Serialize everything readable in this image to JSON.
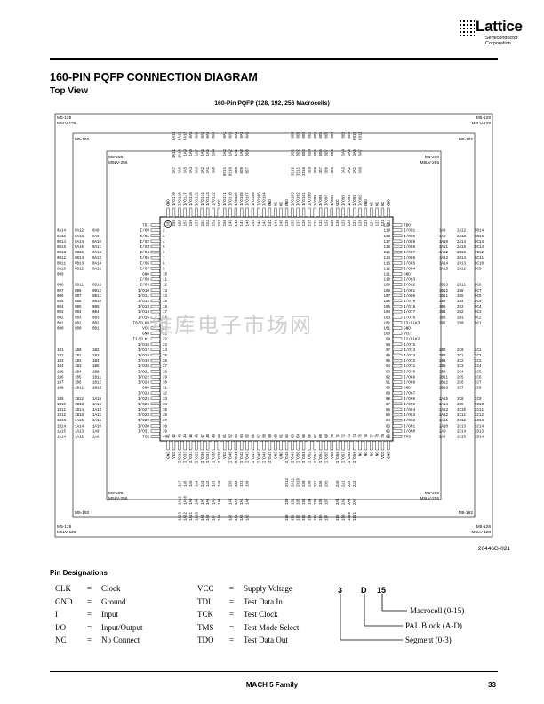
{
  "logo": {
    "word": "Lattice",
    "sub1": "Semiconductor",
    "sub2": "Corporation"
  },
  "header": {
    "title": "160-PIN PQFP CONNECTION DIAGRAM",
    "subtitle": "Top View",
    "caption": "160-Pin PQFP (128, 192, 256 Macrocells)"
  },
  "corners": {
    "m5_128": "M5-128",
    "mslv_128": "M5LV-128",
    "m5_192": "M5-192",
    "m5_256": "M5-256",
    "mslv_256": "M5LV-256"
  },
  "figure_id": "20446G-021",
  "pins": {
    "left": [
      "TDI",
      "I/O0",
      "I/O1",
      "I/O2",
      "I/O3",
      "I/O4",
      "I/O5",
      "I/O6",
      "I/O7",
      "GND",
      "I/O8",
      "I/O9",
      "I/O10",
      "I/O11",
      "I/O12",
      "I/O13",
      "I/O14",
      "I/O15",
      "I0/CLK0",
      "VCC",
      "GND",
      "I1/CLK1",
      "I/O16",
      "I/O17",
      "I/O18",
      "I/O19",
      "I/O20",
      "I/O21",
      "I/O22",
      "I/O23",
      "GND",
      "I/O24",
      "I/O25",
      "I/O26",
      "I/O27",
      "I/O28",
      "I/O29",
      "I/O30",
      "I/O31",
      "TCK"
    ],
    "right": [
      "TDO",
      "I/O91",
      "I/O90",
      "I/O89",
      "I/O88",
      "I/O87",
      "I/O86",
      "I/O85",
      "I/O84",
      "GND",
      "I/O83",
      "I/O82",
      "I/O81",
      "I/O80",
      "I/O79",
      "I/O78",
      "I/O77",
      "I/O76",
      "I3/CLK3",
      "GND",
      "VCC",
      "I2/CLK2",
      "I/O75",
      "I/O74",
      "I/O73",
      "I/O72",
      "I/O71",
      "I/O70",
      "I/O69",
      "I/O68",
      "GND",
      "I/O67",
      "I/O66",
      "I/O65",
      "I/O64",
      "I/O63",
      "I/O62",
      "I/O61",
      "I/O60",
      "TMS"
    ],
    "top": [
      "GND",
      "I/O119",
      "I/O118",
      "I/O117",
      "I/O116",
      "I/O115",
      "I/O114",
      "I/O113",
      "I/O112",
      "VCC",
      "I/O111",
      "I/O110",
      "I/O109",
      "I/O108",
      "I/O107",
      "I/O106",
      "I/O105",
      "I/O104",
      "GND",
      "NC",
      "NC",
      "GND",
      "I/O103",
      "I/O102",
      "I/O101",
      "I/O100",
      "I/O99",
      "I/O98",
      "I/O97",
      "I/O96",
      "VCC",
      "I/O95",
      "I/O94",
      "I/O93",
      "I/O92",
      "GND",
      "NC",
      "NC",
      "NC",
      "GND"
    ],
    "bottom": [
      "GND",
      "VCC",
      "I/O32",
      "I/O33",
      "I/O34",
      "I/O35",
      "I/O36",
      "I/O37",
      "I/O38",
      "I/O39",
      "VCC",
      "I/O40",
      "I/O41",
      "I/O42",
      "I/O43",
      "I/O44",
      "I/O45",
      "I/O46",
      "I/O47",
      "GND",
      "GND",
      "I/O48",
      "I/O49",
      "I/O50",
      "I/O51",
      "I/O52",
      "I/O53",
      "I/O54",
      "I/O55",
      "VCC",
      "I/O56",
      "I/O57",
      "I/O58",
      "I/O59",
      "NC",
      "NC",
      "NC",
      "NC",
      "VCC",
      "GND"
    ]
  },
  "left_sub": {
    "c128": [
      "",
      "0A14",
      "0A15",
      "0B14",
      "0B15",
      "0B13",
      "0B12",
      "0B11",
      "0B10",
      "0B9",
      "",
      "0B8",
      "0B7",
      "0B6",
      "0B5",
      "0B4",
      "0B3",
      "0B2",
      "0B1",
      "0B0",
      "",
      "",
      "",
      "1B1",
      "1B2",
      "1B3",
      "1B4",
      "1B5",
      "1B6",
      "1B7",
      "1B8",
      "",
      "1B9",
      "1B10",
      "1B11",
      "1B12",
      "1B13",
      "1B14",
      "1A15",
      "1A14",
      ""
    ],
    "c192": [
      "",
      "0A12",
      "0A13",
      "0A14",
      "0A15",
      "0B15",
      "0B14",
      "0B13",
      "0B12",
      "",
      "",
      "0B11",
      "0B8",
      "0B7",
      "0B6",
      "0B5",
      "0B4",
      "0B3",
      "0B1",
      "0B0",
      "",
      "",
      "",
      "1B0",
      "1B1",
      "1B2",
      "1B3",
      "1B4",
      "1B5",
      "1B6",
      "1B11",
      "",
      "1B12",
      "1B13",
      "1B14",
      "1B15",
      "1A15",
      "1A14",
      "1A13",
      "1A12",
      ""
    ],
    "c256": [
      "",
      "0A8",
      "0A9",
      "0A10",
      "0A11",
      "0A12",
      "0A13",
      "0A14",
      "0A15",
      "",
      "",
      "0B13",
      "0B12",
      "0B11",
      "0B10",
      "0B5",
      "0B4",
      "0B3",
      "0B2",
      "0B1",
      "",
      "",
      "",
      "1B2",
      "1B3",
      "1B4",
      "1B5",
      "1B8",
      "1B11",
      "1B12",
      "1B13",
      "",
      "1A15",
      "1A14",
      "1A13",
      "1A12",
      "1A11",
      "1A10",
      "1A9",
      "1A8",
      ""
    ]
  },
  "right_sub": {
    "c256": [
      "",
      "3A8",
      "3A9",
      "3A10",
      "3A11",
      "3A12",
      "3A13",
      "3A14",
      "3A15",
      "",
      "",
      "3B13",
      "3B12",
      "3B11",
      "3B6",
      "3B5",
      "3B4",
      "3B3",
      "3B2",
      "",
      "",
      "",
      "",
      "2B2",
      "2B3",
      "2B4",
      "2B5",
      "2B8",
      "2B11",
      "2B12",
      "2B13",
      "",
      "2A15",
      "2A14",
      "2A13",
      "2A12",
      "2A11",
      "2A10",
      "2A9",
      "2A8",
      ""
    ],
    "c192": [
      "",
      "2A12",
      "2A13",
      "2A14",
      "2A15",
      "2B15",
      "2B14",
      "2B13",
      "2B12",
      "",
      "",
      "2B11",
      "2B8",
      "2B5",
      "2B4",
      "2B3",
      "2B2",
      "2B1",
      "2B0",
      "",
      "",
      "",
      "",
      "2C0",
      "2C1",
      "2C2",
      "2C3",
      "2C4",
      "2C5",
      "2C6",
      "2C7",
      "",
      "2C8",
      "2C9",
      "2C10",
      "2C11",
      "2C12",
      "2C13",
      "2C14",
      "2C15",
      ""
    ],
    "c128": [
      "",
      "0D14",
      "0D15",
      "0C14",
      "0C13",
      "0C12",
      "0C11",
      "0C10",
      "0C9",
      "",
      "",
      "0C8",
      "0C7",
      "0C6",
      "0C5",
      "0C4",
      "0C3",
      "0C2",
      "0C1",
      "",
      "",
      "",
      "",
      "1C1",
      "1C2",
      "1C3",
      "1C4",
      "1C5",
      "1C6",
      "1C7",
      "1C8",
      "",
      "1C9",
      "1C10",
      "1C11",
      "1C12",
      "1C13",
      "1C14",
      "1D13",
      "1D14",
      ""
    ]
  },
  "top_sub": {
    "c128": [
      "",
      "0A12",
      "0A11",
      "0A10",
      "0A9",
      "0A8",
      "0A7",
      "0A6",
      "0A5",
      "",
      "0A4",
      "0A3",
      "0A2",
      "0A1",
      "0A0",
      "",
      "",
      "",
      "",
      "",
      "",
      "",
      "0D0",
      "0D1",
      "0D2",
      "0D3",
      "0D4",
      "0D5",
      "0D6",
      "0D7",
      "",
      "0D8",
      "0D9",
      "0D10",
      "0D11",
      "",
      "",
      "",
      "",
      ""
    ],
    "c192": [
      "",
      "1A11",
      "1A10",
      "1A9",
      "1A8",
      "1A7",
      "1A6",
      "1A5",
      "1A4",
      "",
      "1A3",
      "1A2",
      "1A1",
      "1A0",
      "0D0",
      "",
      "",
      "",
      "",
      "",
      "",
      "",
      "0D1",
      "0D2",
      "0D3",
      "0D4",
      "0D5",
      "0D6",
      "0D7",
      "0D8",
      "",
      "3A4",
      "3A5",
      "3A6",
      "3A7",
      "",
      "",
      "",
      "",
      ""
    ],
    "c256": [
      "",
      "3A7",
      "3A6",
      "3A5",
      "3A4",
      "3A3",
      "3A2",
      "3A1",
      "3A0",
      "",
      "0D11",
      "0D10",
      "0D9",
      "0D8",
      "0D7",
      "",
      "",
      "",
      "",
      "",
      "",
      "",
      "3D12",
      "3D11",
      "3D10",
      "3D9",
      "3D8",
      "3D7",
      "3D6",
      "3D5",
      "",
      "3A3",
      "3A2",
      "3A1",
      "3A0",
      "",
      "",
      "",
      "",
      ""
    ]
  },
  "bottom_sub": {
    "c256": [
      "",
      "",
      "1A7",
      "1A6",
      "1A5",
      "1A4",
      "1A3",
      "1A2",
      "1A1",
      "1A0",
      "",
      "1D3",
      "1D2",
      "1D1",
      "1D0",
      "",
      "",
      "",
      "",
      "",
      "",
      "2D12",
      "2D11",
      "2D10",
      "2D9",
      "2D8",
      "2D7",
      "2D6",
      "2D5",
      "",
      "2A0",
      "2A1",
      "2A2",
      "2A3",
      "",
      "",
      "",
      "",
      "",
      ""
    ],
    "c192": [
      "",
      "",
      "1A11",
      "1A10",
      "1A9",
      "1A8",
      "1A7",
      "1A6",
      "1A5",
      "1A4",
      "",
      "1A3",
      "1A2",
      "1A1",
      "1A0",
      "",
      "",
      "",
      "",
      "",
      "",
      "1D0",
      "1D1",
      "1D2",
      "1D3",
      "1D4",
      "1D5",
      "1D6",
      "1D7",
      "",
      "2A4",
      "2A5",
      "2A6",
      "2A7",
      "",
      "",
      "",
      "",
      "",
      ""
    ],
    "c128": [
      "",
      "",
      "1A13",
      "1A12",
      "1A11",
      "1A10",
      "1A9",
      "1A8",
      "1A7",
      "1A6",
      "",
      "1A5",
      "1A4",
      "1A3",
      "1A2",
      "",
      "",
      "",
      "",
      "",
      "",
      "1D0",
      "1D1",
      "1D2",
      "1D3",
      "1D4",
      "1D5",
      "1D6",
      "1D7",
      "",
      "1D8",
      "1D9",
      "1D10",
      "1D11",
      "",
      "",
      "",
      "",
      "",
      ""
    ]
  },
  "pin_designations": {
    "heading": "Pin Designations",
    "col1": [
      {
        "abbr": "CLK",
        "eq": "=",
        "desc": "Clock"
      },
      {
        "abbr": "GND",
        "eq": "=",
        "desc": "Ground"
      },
      {
        "abbr": "I",
        "eq": "=",
        "desc": "Input"
      },
      {
        "abbr": "I/O",
        "eq": "=",
        "desc": "Input/Output"
      },
      {
        "abbr": "NC",
        "eq": "=",
        "desc": "No Connect"
      }
    ],
    "col2": [
      {
        "abbr": "VCC",
        "eq": "=",
        "desc": "Supply Voltage"
      },
      {
        "abbr": "TDI",
        "eq": "=",
        "desc": "Test Data In"
      },
      {
        "abbr": "TCK",
        "eq": "=",
        "desc": "Test Clock"
      },
      {
        "abbr": "TMS",
        "eq": "=",
        "desc": "Test Mode Select"
      },
      {
        "abbr": "TDO",
        "eq": "=",
        "desc": "Test Data Out"
      }
    ]
  },
  "macrocell_key": {
    "segment": "3",
    "pal": "D",
    "macrocell": "15",
    "label_macrocell": "Macrocell (0-15)",
    "label_pal": "PAL Block (A-D)",
    "label_segment": "Segment (0-3)"
  },
  "footer": {
    "family": "MACH 5 Family",
    "page": "33"
  },
  "watermark": "维库电子市场网"
}
